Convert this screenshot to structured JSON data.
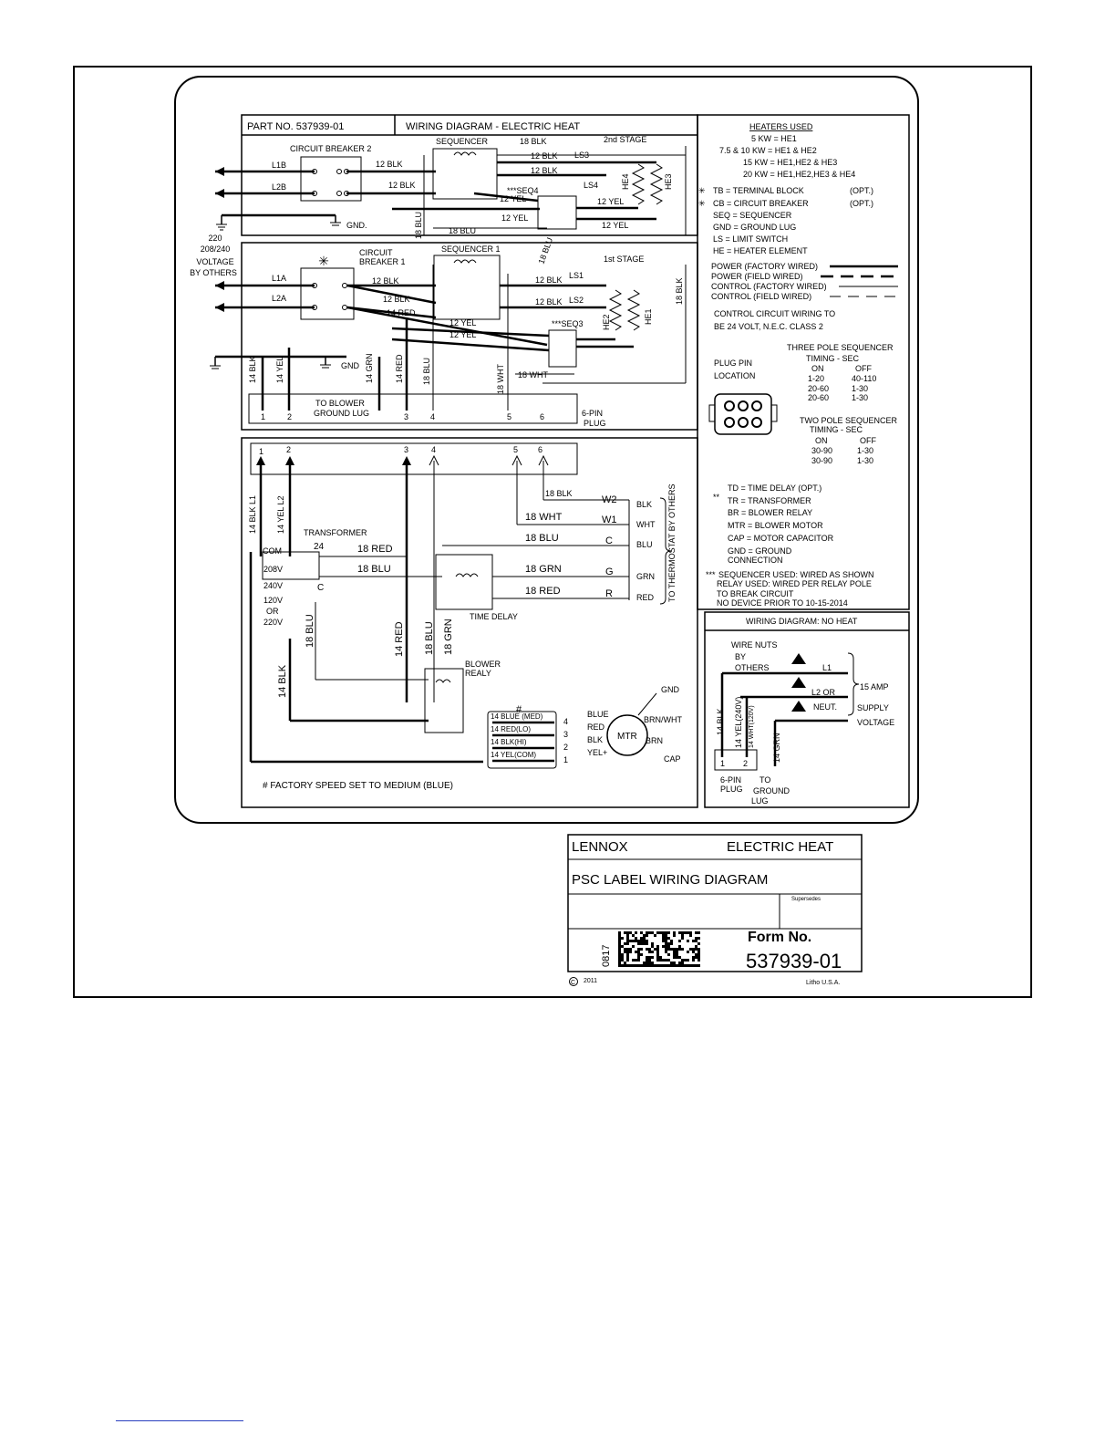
{
  "header": {
    "part_no": "PART NO. 537939-01",
    "title": "WIRING DIAGRAM - ELECTRIC HEAT"
  },
  "heaters": {
    "title": "HEATERS USED",
    "rows": [
      "5 KW = HE1",
      "7.5 & 10 KW = HE1 & HE2",
      "15 KW = HE1,HE2 & HE3",
      "20 KW = HE1,HE2,HE3 & HE4"
    ]
  },
  "legend1": [
    {
      "star": "✳",
      "text": "TB = TERMINAL BLOCK",
      "opt": "(OPT.)"
    },
    {
      "star": "✳",
      "text": "CB = CIRCUIT BREAKER",
      "opt": "(OPT.)"
    },
    {
      "star": "",
      "text": "SEQ = SEQUENCER",
      "opt": ""
    },
    {
      "star": "",
      "text": "GND = GROUND LUG",
      "opt": ""
    },
    {
      "star": "",
      "text": "LS = LIMIT SWITCH",
      "opt": ""
    },
    {
      "star": "",
      "text": "HE = HEATER ELEMENT",
      "opt": ""
    }
  ],
  "wire_legend": [
    "POWER (FACTORY WIRED)",
    "POWER (FIELD WIRED)",
    "CONTROL (FACTORY WIRED)",
    "CONTROL (FIELD WIRED)"
  ],
  "control_note": [
    "CONTROL CIRCUIT WIRING TO",
    "BE 24 VOLT, N.E.C. CLASS 2"
  ],
  "three_pole": {
    "title": "THREE POLE SEQUENCER",
    "timing": "TIMING - SEC",
    "on": "ON",
    "off": "OFF",
    "rows": [
      [
        "1-20",
        "40-110"
      ],
      [
        "20-60",
        "1-30"
      ],
      [
        "20-60",
        "1-30"
      ]
    ]
  },
  "plug_pin": [
    "PLUG PIN",
    "LOCATION"
  ],
  "two_pole": {
    "title": "TWO POLE SEQUENCER",
    "timing": "TIMING - SEC",
    "on": "ON",
    "off": "OFF",
    "rows": [
      [
        "30-90",
        "1-30"
      ],
      [
        "30-90",
        "1-30"
      ]
    ]
  },
  "legend2": [
    "TD = TIME DELAY (OPT.)",
    "TR = TRANSFORMER",
    "BR = BLOWER RELAY",
    "MTR = BLOWER MOTOR",
    "CAP = MOTOR CAPACITOR",
    "GND = GROUND",
    "CONNECTION"
  ],
  "legend2_star": "**",
  "seq_note": {
    "stars": "***",
    "lines": [
      "SEQUENCER USED: WIRED AS SHOWN",
      "RELAY USED: WIRED PER RELAY POLE",
      "TO BREAK CIRCUIT",
      "NO DEVICE PRIOR TO 10-15-2014"
    ]
  },
  "no_heat": {
    "title": "WIRING DIAGRAM: NO HEAT",
    "wire_nuts": [
      "WIRE NUTS",
      "BY",
      "OTHERS"
    ],
    "l1": "L1",
    "l2": [
      "L2 OR",
      "NEUT."
    ],
    "supply": [
      "15 AMP",
      "SUPPLY",
      "VOLTAGE"
    ],
    "w1": "14 BLK",
    "w2": "14 YEL(240V)",
    "w2b": "14 WHT(120V)",
    "w3": "14 GRN",
    "plug": [
      "6-PIN",
      "PLUG"
    ],
    "ground": [
      "TO",
      "GROUND",
      "LUG"
    ],
    "p1": "1",
    "p2": "2"
  },
  "top": {
    "cb2": "CIRCUIT BREAKER 2",
    "sequencer": "SEQUENCER",
    "blk18": "18 BLK",
    "stage2": "2nd STAGE",
    "l1b": "L1B",
    "l2b": "L2B",
    "blk12": "12 BLK",
    "ls3": "LS3",
    "ls4": "LS4",
    "he4": "HE4",
    "he3": "HE3",
    "seq4": "***SEQ4",
    "yel12": "12 YEL",
    "gnd": "GND.",
    "blu18": "18 BLU",
    "voltage": [
      "220",
      "208/240",
      "VOLTAGE",
      "BY OTHERS"
    ]
  },
  "mid": {
    "star": "✳",
    "cb1": [
      "CIRCUIT",
      "BREAKER 1"
    ],
    "seq1": "SEQUENCER 1",
    "stage1": "1st STAGE",
    "l1a": "L1A",
    "l2a": "L2A",
    "blk12": "12 BLK",
    "red14": "14 RED",
    "yel12": "12 YEL",
    "ls1": "LS1",
    "ls2": "LS2",
    "seq3": "***SEQ3",
    "he2": "HE2",
    "he1": "HE1",
    "gnd": "GND",
    "wht18": "18 WHT",
    "to_blower": [
      "TO BLOWER",
      "GROUND LUG"
    ],
    "plug": [
      "6-PIN",
      "PLUG"
    ],
    "vert": [
      "14 BLK",
      "14 YEL",
      "14 GRN",
      "14 RED",
      "18 BLU",
      "18 WHT",
      "18 BLU",
      "18 BLK"
    ],
    "pins": [
      "1",
      "2",
      "3",
      "4",
      "5",
      "6"
    ]
  },
  "bot": {
    "pins": [
      "1",
      "2",
      "3",
      "4",
      "5",
      "6"
    ],
    "transformer": "TRANSFORMER",
    "v24": "24",
    "com": "COM",
    "v208": "208V",
    "v240": "240V",
    "v120": [
      "120V",
      "OR",
      "220V"
    ],
    "c": "C",
    "red18": "18 RED",
    "blu18": "18 BLU",
    "wht18": "18 WHT",
    "blk18": "18 BLK",
    "grn18": "18 GRN",
    "w2": "W2",
    "w1": "W1",
    "C": "C",
    "G": "G",
    "R": "R",
    "blk": "BLK",
    "wht": "WHT",
    "blu": "BLU",
    "grn": "GRN",
    "red": "RED",
    "thermostat": "TO THERMOSTAT BY OTHERS",
    "time_delay": "TIME DELAY",
    "blower": [
      "BLOWER",
      "REALY"
    ],
    "speeds": [
      "14 BLUE (MED)",
      "14 RED(LO)",
      "14 BLK(HI)",
      "14 YEL(COM)"
    ],
    "motor_leads": [
      "BLUE",
      "RED",
      "BLK",
      "YEL+"
    ],
    "mtr": "MTR",
    "brnwht": "BRN/WHT",
    "brn": "BRN",
    "cap": "CAP",
    "gnd": "GND",
    "hash": "#",
    "factory": "# FACTORY SPEED SET TO MEDIUM (BLUE)",
    "vl1": "14 BLK L1",
    "vl2": "14 YEL L2",
    "vred": "14 RED",
    "vblu": "18 BLU",
    "vgrn": "18 GRN",
    "vblu2": "18 BLU",
    "vblk": "14 BLK"
  },
  "label": {
    "brand": "LENNOX",
    "product": "ELECTRIC HEAT",
    "title": "PSC LABEL WIRING DIAGRAM",
    "supersedes": "Supersedes",
    "code": "0817",
    "form_label": "Form No.",
    "form_no": "537939-01",
    "copyright": "2011",
    "litho": "Litho U.S.A.",
    "c": "C"
  }
}
